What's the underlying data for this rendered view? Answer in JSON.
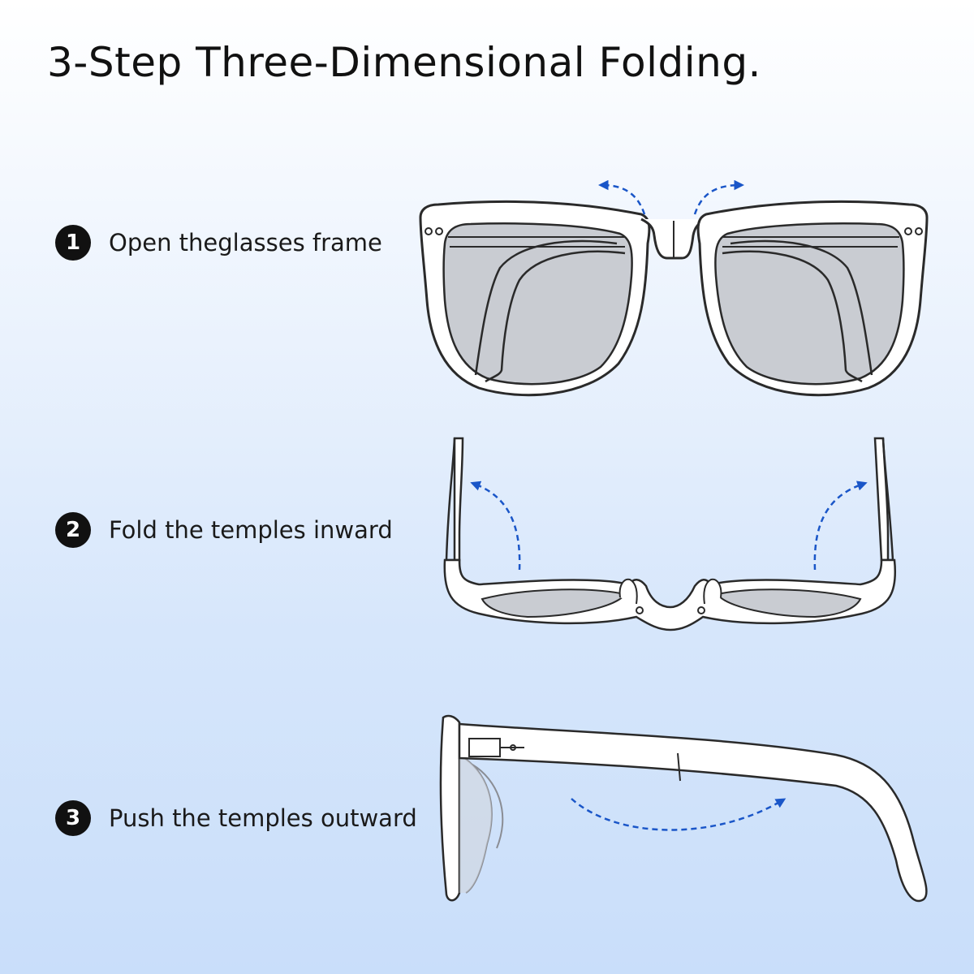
{
  "title": "3-Step Three-Dimensional Folding.",
  "steps": [
    {
      "number": "1",
      "label": "Open theglasses frame"
    },
    {
      "number": "2",
      "label": "Fold the temples inward"
    },
    {
      "number": "3",
      "label": "Push the temples outward"
    }
  ],
  "colors": {
    "arrow": "#1a56c8",
    "frame_stroke": "#2a2a2a",
    "frame_fill": "#ffffff",
    "lens_tint": "#c9ccd2",
    "badge": "#111111"
  },
  "icons": {
    "arrow": "dashed-curved-arrow"
  }
}
